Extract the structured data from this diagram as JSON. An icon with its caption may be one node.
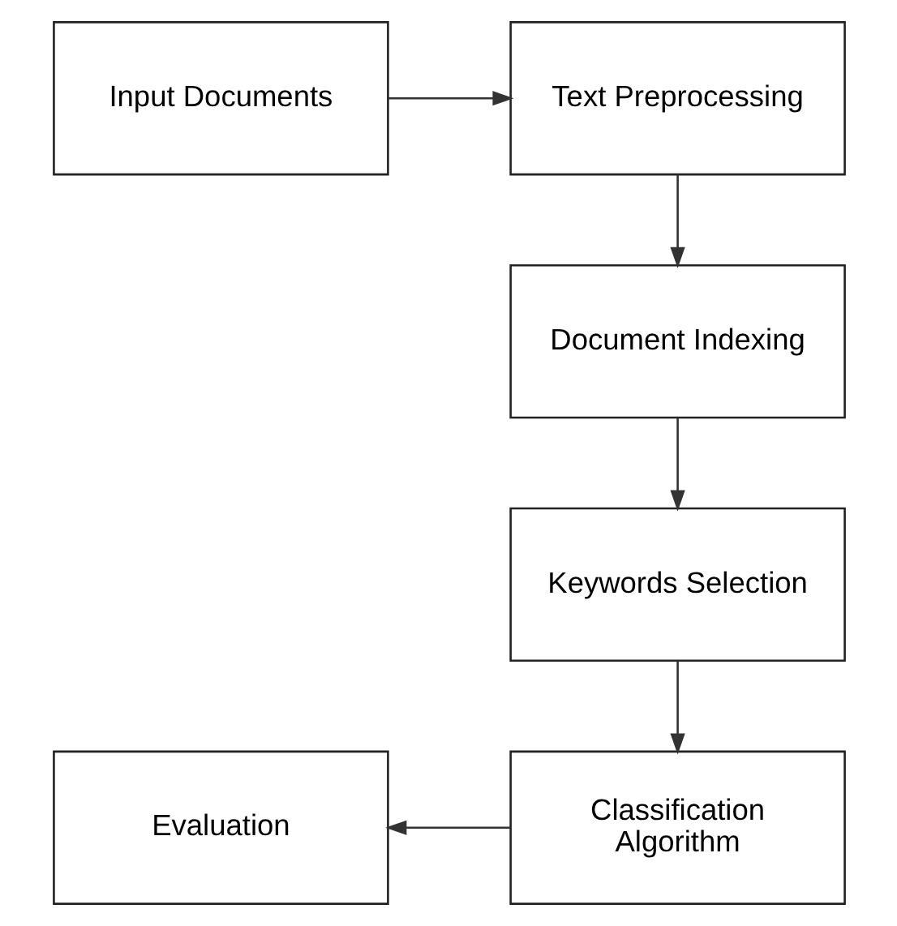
{
  "diagram": {
    "nodes": [
      {
        "text": [
          "Input Documents"
        ]
      },
      {
        "text": [
          "Text Preprocessing"
        ]
      },
      {
        "text": [
          "Document Indexing"
        ]
      },
      {
        "text": [
          "Keywords Selection"
        ]
      },
      {
        "text": [
          "Classification Algorithm"
        ]
      },
      {
        "text": [
          "Evaluation"
        ]
      }
    ],
    "edges": [
      {
        "from": 0,
        "to": 1,
        "arrow": "to"
      },
      {
        "from": 1,
        "to": 2,
        "arrow": "to"
      },
      {
        "from": 2,
        "to": 3,
        "arrow": "to"
      },
      {
        "from": 3,
        "to": 4,
        "arrow": "to"
      },
      {
        "from": 4,
        "to": 5,
        "arrow": "to"
      }
    ]
  }
}
